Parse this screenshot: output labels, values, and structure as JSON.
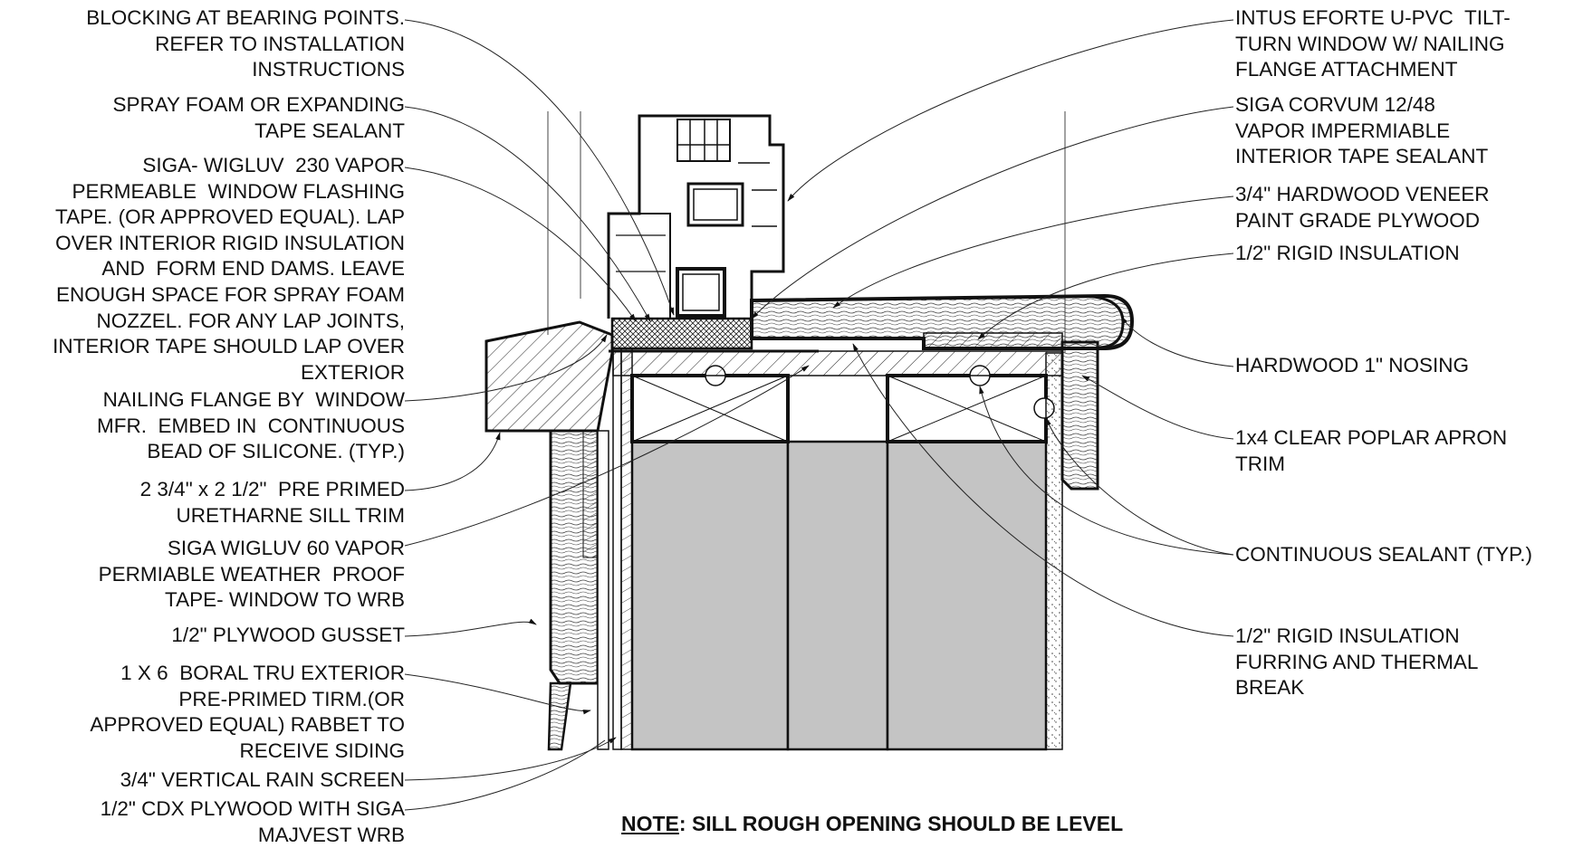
{
  "left_labels": [
    {
      "id": "blocking",
      "lines": [
        "BLOCKING AT BEARING POINTS.",
        "REFER TO INSTALLATION",
        "INSTRUCTIONS"
      ]
    },
    {
      "id": "spray-foam",
      "lines": [
        "SPRAY FOAM OR EXPANDING",
        "TAPE SEALANT"
      ]
    },
    {
      "id": "wigluv-230",
      "lines": [
        "SIGA- WIGLUV  230 VAPOR",
        "PERMEABLE  WINDOW FLASHING",
        "TAPE. (OR APPROVED EQUAL). LAP",
        "OVER INTERIOR RIGID INSULATION",
        "AND  FORM END DAMS. LEAVE",
        "ENOUGH SPACE FOR SPRAY FOAM",
        "NOZZEL. FOR ANY LAP JOINTS,",
        "INTERIOR TAPE SHOULD LAP OVER",
        "EXTERIOR"
      ]
    },
    {
      "id": "nailing-flange",
      "lines": [
        "NAILING FLANGE BY  WINDOW",
        "MFR.  EMBED IN  CONTINUOUS",
        "BEAD OF SILICONE. (TYP.)"
      ]
    },
    {
      "id": "sill-trim",
      "lines": [
        "2 3/4\" x 2 1/2\"  PRE PRIMED",
        "URETHARNE SILL TRIM"
      ]
    },
    {
      "id": "wigluv-60",
      "lines": [
        "SIGA WIGLUV 60 VAPOR",
        "PERMIABLE WEATHER  PROOF",
        "TAPE- WINDOW TO WRB"
      ]
    },
    {
      "id": "plywood-gusset",
      "lines": [
        "1/2\" PLYWOOD GUSSET"
      ]
    },
    {
      "id": "boral-trim",
      "lines": [
        "1 X 6  BORAL TRU EXTERIOR",
        "PRE-PRIMED TIRM.(OR",
        "APPROVED EQUAL) RABBET TO",
        "RECEIVE SIDING"
      ]
    },
    {
      "id": "rain-screen",
      "lines": [
        "3/4\" VERTICAL RAIN SCREEN"
      ]
    },
    {
      "id": "cdx-plywood",
      "lines": [
        "1/2\" CDX PLYWOOD WITH SIGA",
        "MAJVEST WRB"
      ]
    }
  ],
  "right_labels": [
    {
      "id": "intus-window",
      "lines": [
        "INTUS EFORTE U-PVC  TILT-",
        "TURN WINDOW W/ NAILING",
        "FLANGE ATTACHMENT"
      ]
    },
    {
      "id": "corvum",
      "lines": [
        "SIGA CORVUM 12/48",
        "VAPOR IMPERMIABLE",
        "INTERIOR TAPE SEALANT"
      ]
    },
    {
      "id": "hardwood-veneer",
      "lines": [
        "3/4\" HARDWOOD VENEER",
        "PAINT GRADE PLYWOOD"
      ]
    },
    {
      "id": "rigid-insulation",
      "lines": [
        "1/2\" RIGID INSULATION"
      ]
    },
    {
      "id": "nosing",
      "lines": [
        "HARDWOOD 1\" NOSING"
      ]
    },
    {
      "id": "apron-trim",
      "lines": [
        "1x4 CLEAR POPLAR APRON",
        "TRIM"
      ]
    },
    {
      "id": "sealant",
      "lines": [
        "CONTINUOUS SEALANT (TYP.)"
      ]
    },
    {
      "id": "furring",
      "lines": [
        "1/2\" RIGID INSULATION",
        "FURRING AND THERMAL",
        "BREAK"
      ]
    }
  ],
  "note": {
    "prefix": "NOTE",
    "text": ": SILL ROUGH OPENING SHOULD BE LEVEL"
  },
  "colors": {
    "line": "#111111",
    "framing_fill": "#c4c4c4",
    "background": "#ffffff"
  }
}
